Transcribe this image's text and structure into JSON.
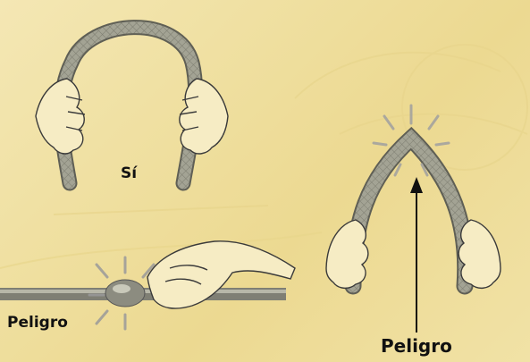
{
  "labels": {
    "ok": "Sí",
    "danger_kink": "Peligro",
    "danger_fold": "Peligro"
  },
  "colors": {
    "background": "#efdf9f",
    "hose": "#9a9a8a",
    "hose_dark": "#6b6b60",
    "line": "#3a3a3a",
    "label": "#111111"
  },
  "icons": [
    "hose-bent-correctly",
    "hose-kinked",
    "hand-icon",
    "danger-burst-icon",
    "arrow-up-icon"
  ]
}
